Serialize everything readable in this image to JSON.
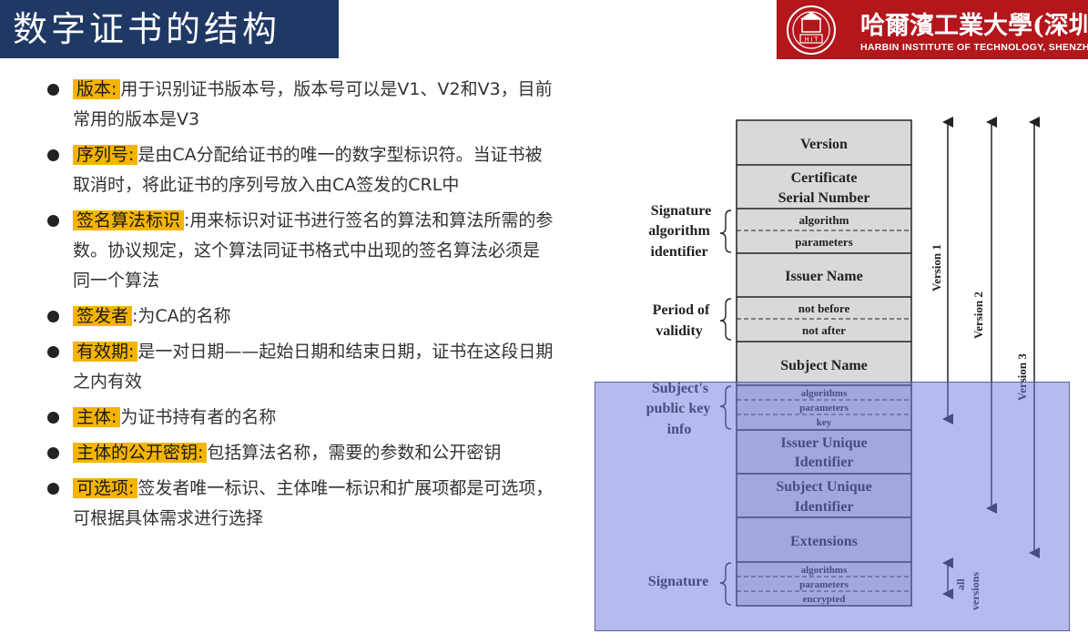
{
  "header": {
    "title": "数字证书的结构"
  },
  "logo": {
    "emblem_icon": "hit-emblem-icon",
    "name_cn": "哈爾濱工業大學(深圳)",
    "name_en": "HARBIN INSTITUTE OF TECHNOLOGY, SHENZHEN",
    "bg_color": "#b3161b"
  },
  "bullets": [
    {
      "term": "版本:",
      "text": "用于识别证书版本号，版本号可以是V1、V2和V3，目前常用的版本是V3"
    },
    {
      "term": "序列号:",
      "text": "是由CA分配给证书的唯一的数字型标识符。当证书被取消时，将此证书的序列号放入由CA签发的CRL中"
    },
    {
      "term": "签名算法标识",
      "text": ":用来标识对证书进行签名的算法和算法所需的参数。协议规定，这个算法同证书格式中出现的签名算法必须是同一个算法"
    },
    {
      "term": "签发者",
      "text": ":为CA的名称"
    },
    {
      "term": "有效期:",
      "text": "是一对日期——起始日期和结束日期，证书在这段日期之内有效"
    },
    {
      "term": "主体:",
      "text": "为证书持有者的名称"
    },
    {
      "term": "主体的公开密钥:",
      "text": "包括算法名称，需要的参数和公开密钥"
    },
    {
      "term": "可选项:",
      "text": "签发者唯一标识、主体唯一标识和扩展项都是可选项，可根据具体需求进行选择"
    }
  ],
  "diagram": {
    "fields": {
      "version": "Version",
      "serial_1": "Certificate",
      "serial_2": "Serial Number",
      "sig_alg": "algorithm",
      "sig_params": "parameters",
      "issuer": "Issuer Name",
      "not_before": "not before",
      "not_after": "not after",
      "subject": "Subject Name",
      "pk_alg": "algorithms",
      "pk_params": "parameters",
      "pk_key": "key",
      "issuer_uid_1": "Issuer Unique",
      "issuer_uid_2": "Identifier",
      "subject_uid_1": "Subject Unique",
      "subject_uid_2": "Identifier",
      "extensions": "Extensions",
      "sg_alg": "algorithms",
      "sg_params": "parameters",
      "sg_enc": "encrypted"
    },
    "side_labels": {
      "sig_id_1": "Signature",
      "sig_id_2": "algorithm",
      "sig_id_3": "identifier",
      "validity_1": "Period of",
      "validity_2": "validity",
      "spki_1": "Subject's",
      "spki_2": "public key",
      "spki_3": "info",
      "signature": "Signature"
    },
    "versions": {
      "v1": "Version 1",
      "v2": "Version 2",
      "v3": "Version 3",
      "all_1": "all",
      "all_2": "versions"
    },
    "overlay_color": "#6e78dc"
  }
}
